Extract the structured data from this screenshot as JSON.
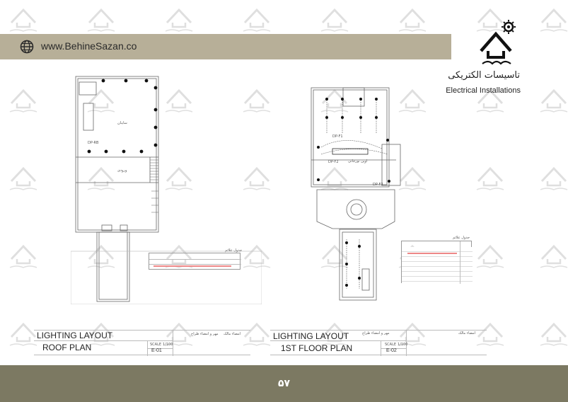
{
  "header": {
    "website": "www.BehineSazan.co",
    "globe_icon": "globe-icon"
  },
  "logo": {
    "title_fa": "تاسیسات الکتریکی",
    "title_en": "Electrical Installations",
    "icon": "house-logo-icon"
  },
  "plans": [
    {
      "title_line1": "LIGHTING LAYOUT",
      "title_line2": "ROOF PLAN",
      "scale_label": "SCALE",
      "scale_value": "1/100",
      "code": "E-01",
      "designer_label": "مهر و امضاء طراح",
      "owner_label": "امضاء مالک",
      "room_label": "سایبان",
      "corridor_label": "ورودی",
      "panel_label": "DP-RB",
      "legend_title": "جدول علائم"
    },
    {
      "title_line1": "LIGHTING LAYOUT",
      "title_line2": "1ST FLOOR  PLAN",
      "scale_label": "SCALE",
      "scale_value": "1/100",
      "code": "E-02",
      "designer_label": "مهر و امضاء طراح",
      "owner_label": "امضاء مالک",
      "room_label": "اوپن نورجانی",
      "panel_label_1": "DP-F1",
      "panel_label_2": "DP-F2",
      "panel_label_3": "DP-F3",
      "legend_title": "جدول علائم"
    }
  ],
  "footer": {
    "page_number": "۵۷"
  },
  "colors": {
    "top_band": "#b7af98",
    "bottom_band": "#7c7962"
  }
}
